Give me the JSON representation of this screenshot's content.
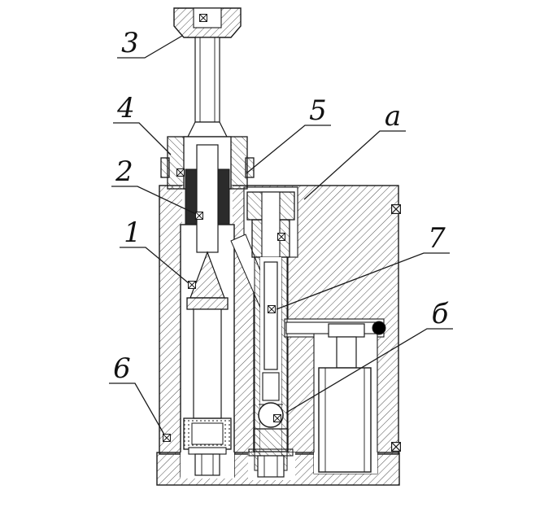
{
  "figure": {
    "kind": "sectional-technical-drawing",
    "line_color": "#1a1a1a",
    "background_color": "#ffffff",
    "packing_color": "#2b2b2b",
    "plug_color": "#000000"
  },
  "labels": {
    "n1": "1",
    "n2": "2",
    "n3": "3",
    "n4": "4",
    "n5": "5",
    "n6": "6",
    "n7": "7",
    "a": "а",
    "b": "б"
  }
}
